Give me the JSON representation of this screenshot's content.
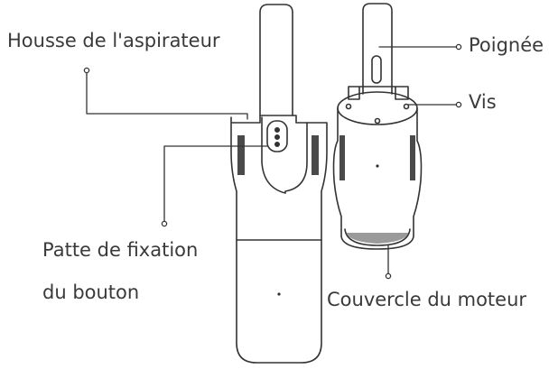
{
  "labels": {
    "body_cover": "Housse de l'aspirateur",
    "handle": "Poignée",
    "screws": "Vis",
    "button_bracket_line1": "Patte de fixation",
    "button_bracket_line2": "du bouton",
    "motor_cover": "Couvercle du moteur"
  },
  "colors": {
    "line": "#333333",
    "label": "#3a3a3a",
    "dark_part": "#4a4a4a",
    "background": "#ffffff"
  }
}
